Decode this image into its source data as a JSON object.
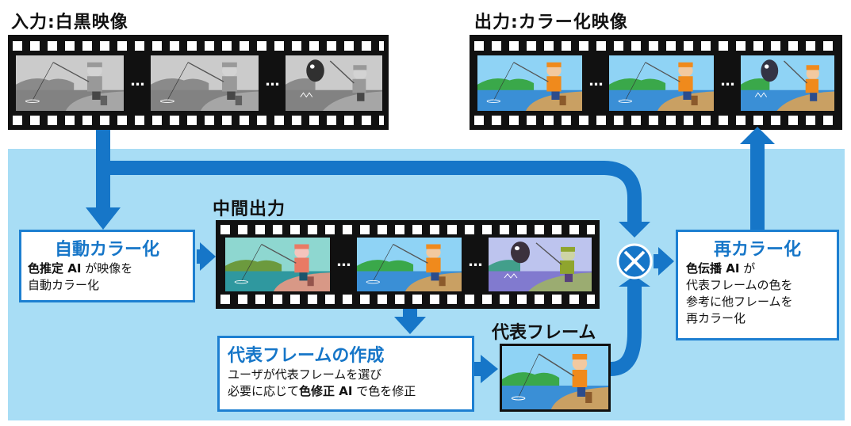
{
  "titles": {
    "input": "入力:白黒映像",
    "output": "出力:カラー化映像",
    "intermediate": "中間出力",
    "representative": "代表フレーム"
  },
  "auto_color": {
    "title": "自動カラー化",
    "line1_bold": "色推定 AI",
    "line1_rest": " が映像を",
    "line2": "自動カラー化"
  },
  "recolor": {
    "title": "再カラー化",
    "line1_bold": "色伝播 AI",
    "line1_rest": " が",
    "line2": "代表フレームの色を",
    "line3": "参考に他フレームを",
    "line4": "再カラー化"
  },
  "rep_create": {
    "title": "代表フレームの作成",
    "line1": "ユーザが代表フレームを選び",
    "line2_pre": "必要に応じて",
    "line2_bold": "色修正 AI",
    "line2_post": " で色を修正"
  },
  "ellipsis": "…",
  "colors": {
    "panel": "#a8ddf5",
    "arrow": "#1676c8",
    "accent_text": "#1676c8"
  }
}
